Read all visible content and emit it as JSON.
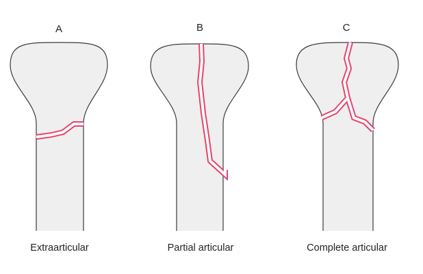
{
  "colors": {
    "bone_fill": "#efefef",
    "bone_outline": "#3a3a3a",
    "fracture_line": "#e8436a",
    "background": "#ffffff"
  },
  "panels": [
    {
      "letter": "A",
      "caption": "Extraarticular"
    },
    {
      "letter": "B",
      "caption": "Partial articular"
    },
    {
      "letter": "C",
      "caption": "Complete articular"
    }
  ]
}
